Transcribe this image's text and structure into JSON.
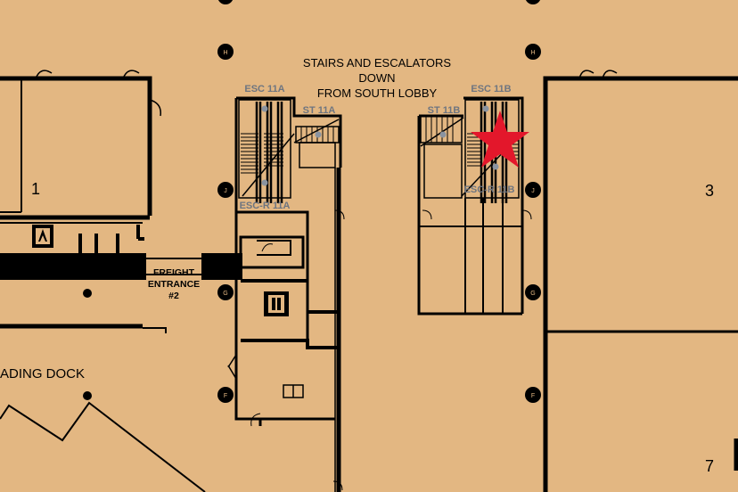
{
  "map": {
    "title_lines": [
      "STAIRS AND ESCALATORS",
      "DOWN",
      "FROM  SOUTH LOBBY"
    ],
    "labels": {
      "esc_11a": "ESC 11A",
      "st_11a": "ST 11A",
      "escr_11a": "ESC-R 11A",
      "esc_11b": "ESC 11B",
      "st_11b": "ST 11B",
      "escr_11b": "ESC-R 11B"
    },
    "freight_lines": [
      "FREIGHT",
      "ENTRANCE",
      "#2"
    ],
    "loading_dock": "ADING DOCK",
    "area_1": "1",
    "area_3": "3",
    "area_7": "7",
    "column_markers": [
      "H",
      "H",
      "J",
      "J",
      "G",
      "G",
      "F",
      "F"
    ]
  },
  "colors": {
    "background": "#E3B782",
    "lines": "#000000",
    "label_gray": "#6E7580",
    "star": "#E3172B"
  },
  "icons": {
    "marker": "star-icon",
    "elevator": "elevator-icon"
  }
}
